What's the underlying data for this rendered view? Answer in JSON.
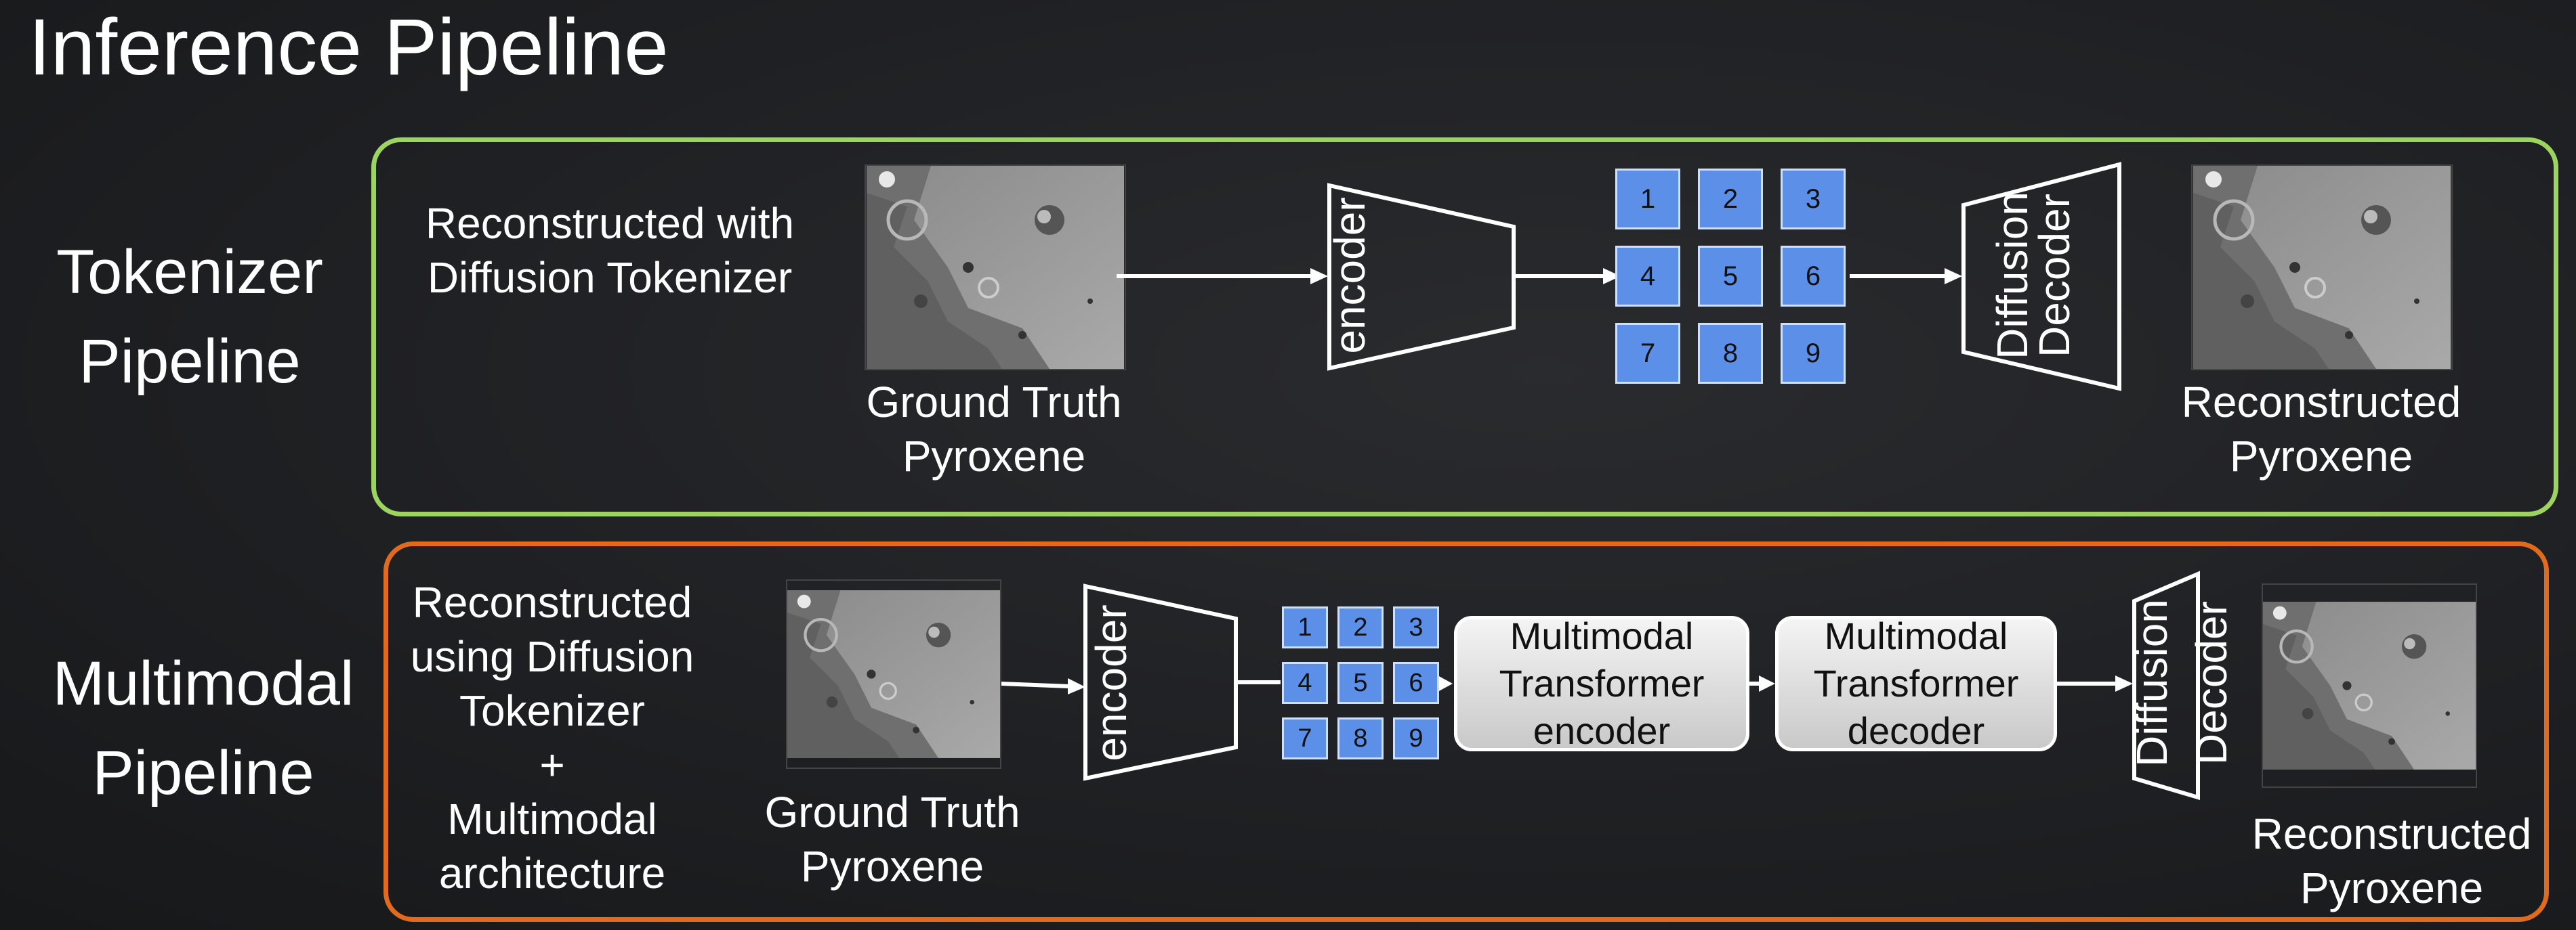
{
  "title": "Inference Pipeline",
  "tokenizer": {
    "side_label_line1": "Tokenizer",
    "side_label_line2": "Pipeline",
    "desc_line1": "Reconstructed  with",
    "desc_line2": "Diffusion Tokenizer",
    "gt_caption_line1": "Ground Truth",
    "gt_caption_line2": "Pyroxene",
    "encoder_label": "encoder",
    "decoder_line1": "Diffusion",
    "decoder_line2": "Decoder",
    "out_caption_line1": "Reconstructed",
    "out_caption_line2": "Pyroxene",
    "tokens": [
      "1",
      "2",
      "3",
      "4",
      "5",
      "6",
      "7",
      "8",
      "9"
    ]
  },
  "multimodal": {
    "side_label_line1": "Multimodal",
    "side_label_line2": "Pipeline",
    "desc_line1": "Reconstructed",
    "desc_line2": "using Diffusion",
    "desc_line3": "Tokenizer",
    "desc_line4": "+",
    "desc_line5": "Multimodal",
    "desc_line6": "architecture",
    "gt_caption_line1": "Ground Truth",
    "gt_caption_line2": "Pyroxene",
    "encoder_label": "encoder",
    "tokens": [
      "1",
      "2",
      "3",
      "4",
      "5",
      "6",
      "7",
      "8",
      "9"
    ],
    "transformer_encoder_line1": "Multimodal",
    "transformer_encoder_line2": "Transformer",
    "transformer_encoder_line3": "encoder",
    "transformer_decoder_line1": "Multimodal",
    "transformer_decoder_line2": "Transformer",
    "transformer_decoder_line3": "decoder",
    "decoder_line1": "Diffusion",
    "decoder_line2": "Decoder",
    "out_caption_line1": "Reconstructed",
    "out_caption_line2": "Pyroxene"
  }
}
